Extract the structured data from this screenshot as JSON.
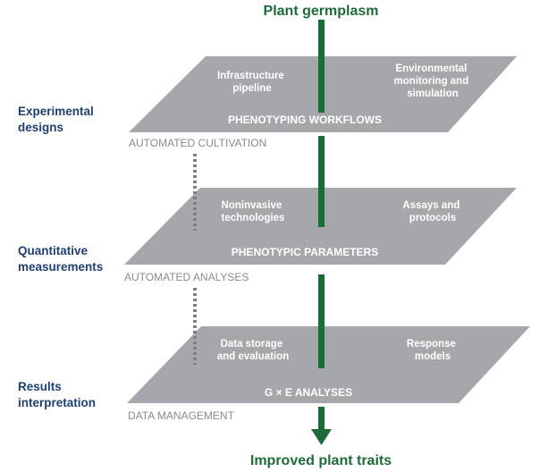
{
  "top_label": "Plant germplasm",
  "bottom_label": "Improved plant traits",
  "levels": [
    {
      "side_label": [
        "Experimental",
        "designs"
      ],
      "left_item": [
        "Infrastructure",
        "pipeline"
      ],
      "right_item": [
        "Environmental",
        "monitoring and",
        "simulation"
      ],
      "plane_title": "PHENOTYPING WORKFLOWS",
      "layer_label": "AUTOMATED CULTIVATION"
    },
    {
      "side_label": [
        "Quantitative",
        "measurements"
      ],
      "left_item": [
        "Noninvasive",
        "technologies"
      ],
      "right_item": [
        "Assays and",
        "protocols"
      ],
      "plane_title": "PHENOTYPIC PARAMETERS",
      "layer_label": "AUTOMATED ANALYSES"
    },
    {
      "side_label": [
        "Results",
        "interpretation"
      ],
      "left_item": [
        "Data storage",
        "and evaluation"
      ],
      "right_item": [
        "Response",
        "models"
      ],
      "plane_title": "G × E ANALYSES",
      "layer_label": "DATA MANAGEMENT"
    }
  ],
  "colors": {
    "plane": "#a5a7aa",
    "arrow": "#1e6b3a",
    "title_text": "#1e6b3a",
    "side_text": "#1f3f73",
    "layer_text": "#8a8a8a",
    "dotted": "#7d7f82"
  }
}
